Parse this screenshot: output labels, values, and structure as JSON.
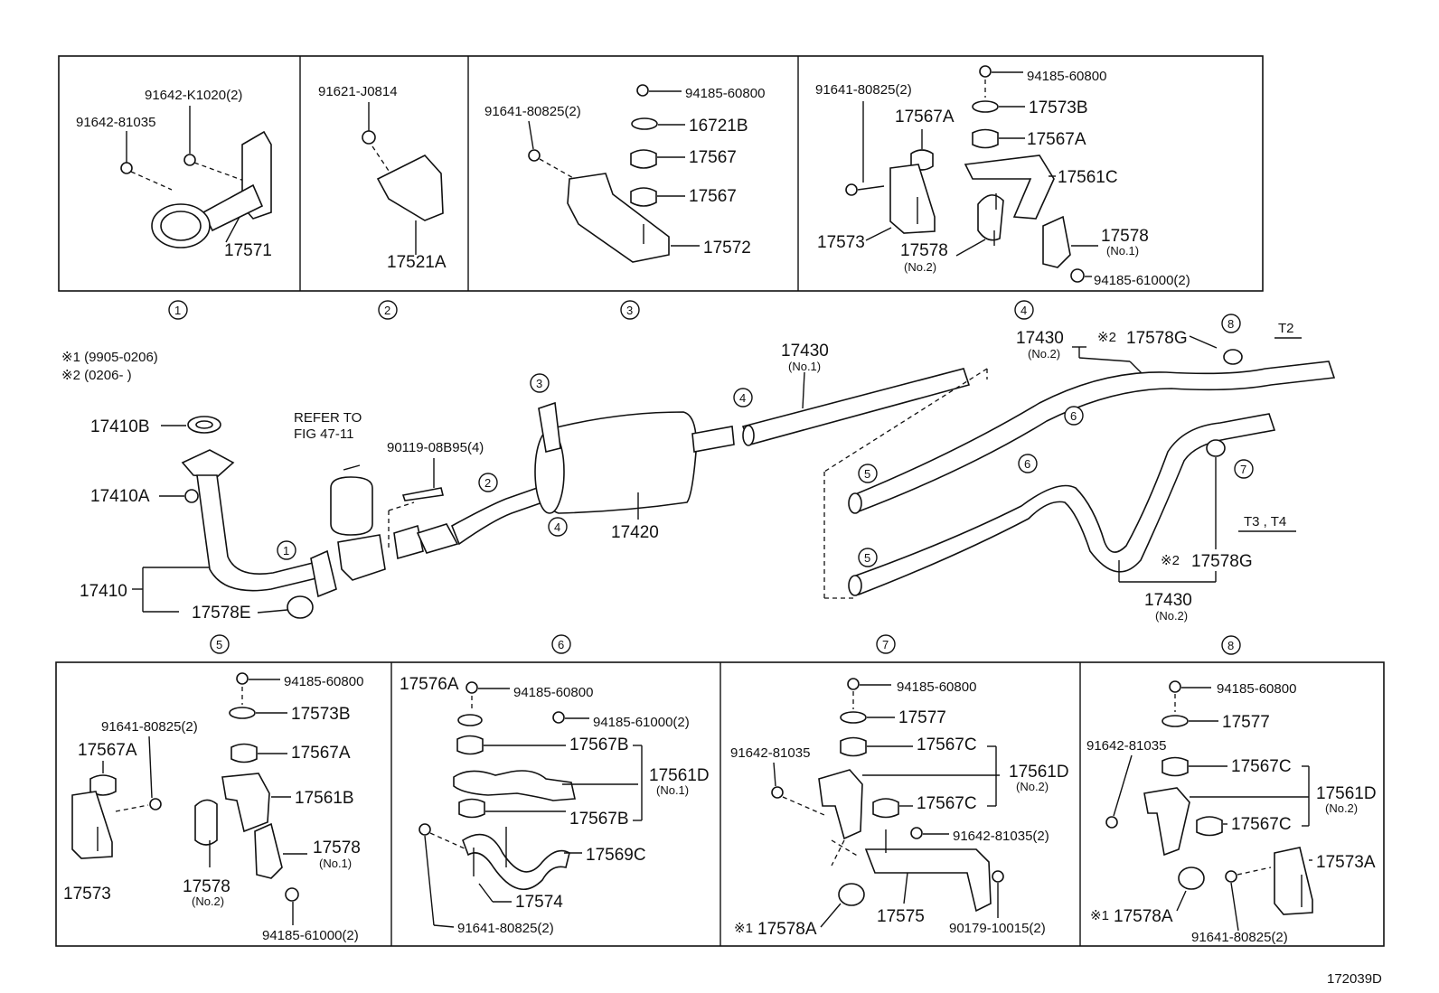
{
  "legend": {
    "note1": "※1 (9905-0206)",
    "note2": "※2 (0206-      )"
  },
  "figure_code": "172039D",
  "refer": {
    "line1": "REFER TO",
    "line2": "FIG 47-11"
  },
  "variants": {
    "t2": "T2",
    "t3t4": "T3 , T4"
  },
  "circles": [
    "1",
    "2",
    "3",
    "4",
    "5",
    "6",
    "7",
    "8"
  ],
  "box1": {
    "p1": "91642-K1020(2)",
    "p2": "91642-81035",
    "p3": "17571"
  },
  "box2": {
    "p1": "91621-J0814",
    "p2": "17521A"
  },
  "box3": {
    "p1": "91641-80825(2)",
    "p2": "94185-60800",
    "p3": "16721B",
    "p4": "17567",
    "p5": "17567",
    "p6": "17572"
  },
  "box4": {
    "p1": "91641-80825(2)",
    "p2": "94185-60800",
    "p3": "17573B",
    "p4": "17567A",
    "p5": "17567A",
    "p6": "17561C",
    "p7": "17573",
    "p8": "17578",
    "p8s": "(No.2)",
    "p9": "17578",
    "p9s": "(No.1)",
    "p10": "94185-61000(2)"
  },
  "main": {
    "p17410B": "17410B",
    "p17410A": "17410A",
    "p17410": "17410",
    "p17578E": "17578E",
    "p90119": "90119-08B95(4)",
    "p17420": "17420",
    "p17430a": "17430",
    "p17430as": "(No.1)",
    "p17430b": "17430",
    "p17430bs": "(No.2)",
    "p17578G1": "17578G",
    "p17578G2": "17578G",
    "p17430c": "17430",
    "p17430cs": "(No.2)",
    "mark2": "※2",
    "mark2b": "※2"
  },
  "box5": {
    "p1": "94185-60800",
    "p2": "17573B",
    "p3": "91641-80825(2)",
    "p4": "17567A",
    "p5": "17567A",
    "p6": "17561B",
    "p7": "17578",
    "p7s": "(No.1)",
    "p8": "17573",
    "p9": "17578",
    "p9s": "(No.2)",
    "p10": "94185-61000(2)"
  },
  "box6": {
    "p1": "17576A",
    "p2": "94185-60800",
    "p3": "94185-61000(2)",
    "p4": "17567B",
    "p5": "17561D",
    "p5s": "(No.1)",
    "p6": "17567B",
    "p7": "17569C",
    "p8": "17574",
    "p9": "91641-80825(2)"
  },
  "box7": {
    "p1": "94185-60800",
    "p2": "17577",
    "p3": "91642-81035",
    "p4": "17567C",
    "p5": "17561D",
    "p5s": "(No.2)",
    "p6": "17567C",
    "p7": "91642-81035(2)",
    "p8": "※1",
    "p9": "17578A",
    "p10": "17575",
    "p11": "90179-10015(2)"
  },
  "box8": {
    "p1": "94185-60800",
    "p2": "17577",
    "p3": "91642-81035",
    "p4": "17567C",
    "p5": "17561D",
    "p5s": "(No.2)",
    "p6": "17567C",
    "p7": "17573A",
    "p8": "※1",
    "p9": "17578A",
    "p10": "91641-80825(2)"
  }
}
